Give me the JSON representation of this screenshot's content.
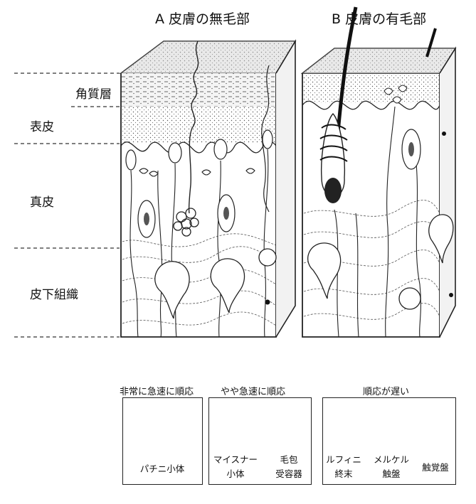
{
  "panels": {
    "a_title": "A 皮膚の無毛部",
    "b_title": "B 皮膚の有毛部"
  },
  "layers": {
    "stratum_corneum": "角質層",
    "epidermis": "表皮",
    "dermis": "真皮",
    "subcutaneous": "皮下組織"
  },
  "legend": {
    "group1": {
      "header": "非常に急速に順応",
      "items": [
        "パチニ小体"
      ]
    },
    "group2": {
      "header": "やや急速に順応",
      "items": [
        "マイスナー\n小体",
        "毛包\n受容器"
      ]
    },
    "group3": {
      "header": "順応が遅い",
      "items": [
        "ルフィニ\n終末",
        "メルケル\n触盤",
        "触覚盤"
      ]
    }
  }
}
